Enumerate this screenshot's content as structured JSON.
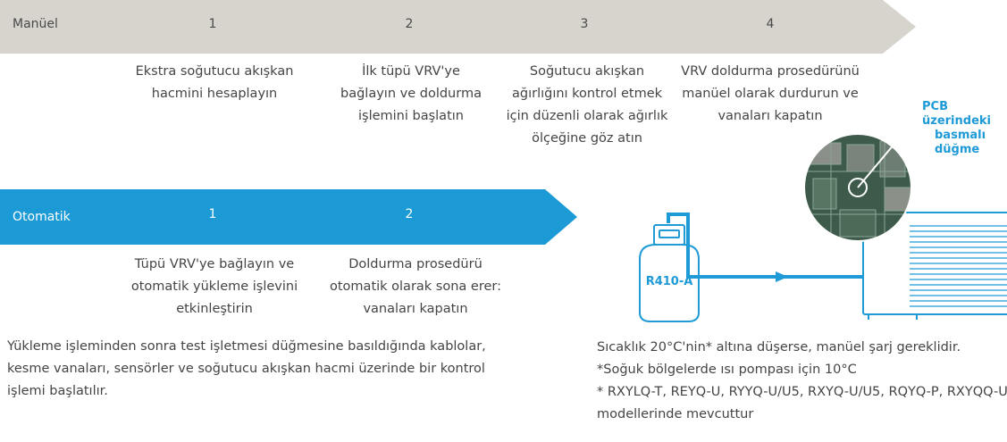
{
  "manual": {
    "label": "Manüel",
    "steps": [
      {
        "number": "1",
        "text": [
          "Ekstra soğutucu akışkan",
          "hacmini hesaplayın"
        ]
      },
      {
        "number": "2",
        "text": [
          "İlk tüpü VRV'ye",
          "bağlayın ve doldurma",
          "işlemini başlatın"
        ]
      },
      {
        "number": "3",
        "text": [
          "Soğutucu akışkan",
          "ağırlığını kontrol etmek",
          "için düzenli olarak ağırlık",
          "ölçeğine göz atın"
        ]
      },
      {
        "number": "4",
        "text": [
          "VRV doldurma prosedürünü",
          "manüel olarak durdurun ve",
          "vanaları kapatın"
        ]
      }
    ]
  },
  "automatic": {
    "label": "Otomatik",
    "steps": [
      {
        "number": "1",
        "text": [
          "Tüpü VRV'ye bağlayın ve",
          "otomatik yükleme işlevini",
          "etkinleştirin"
        ]
      },
      {
        "number": "2",
        "text": [
          "Doldurma prosedürü",
          "otomatik olarak sona erer:",
          "vanaları kapatın"
        ]
      }
    ]
  },
  "test_paragraph": [
    "Yükleme işleminden sonra test işletmesi düğmesine basıldığında kablolar,",
    "kesme vanaları, sensörler ve soğutucu akışkan hacmi üzerinde bir kontrol",
    "işlemi başlatılır."
  ],
  "pcb_label": [
    "PCB üzerindeki",
    "basmalı",
    "düğme"
  ],
  "cylinder_label": "R410-A",
  "notes": [
    "Sıcaklık 20°C'nin* altına düşerse, manüel şarj gereklidir.",
    "*Soğuk bölgelerde ısı pompası için 10°C",
    "* RXYLQ-T, REYQ-U, RYYQ-U/U5, RXYQ-U/U5, RQYQ-P, RXYQQ-U",
    "modellerinde mevcuttur"
  ],
  "colors": {
    "manual_banner": "#d7d3cd",
    "automatic_banner": "#1b9ad6",
    "accent": "#1e9ad6"
  }
}
